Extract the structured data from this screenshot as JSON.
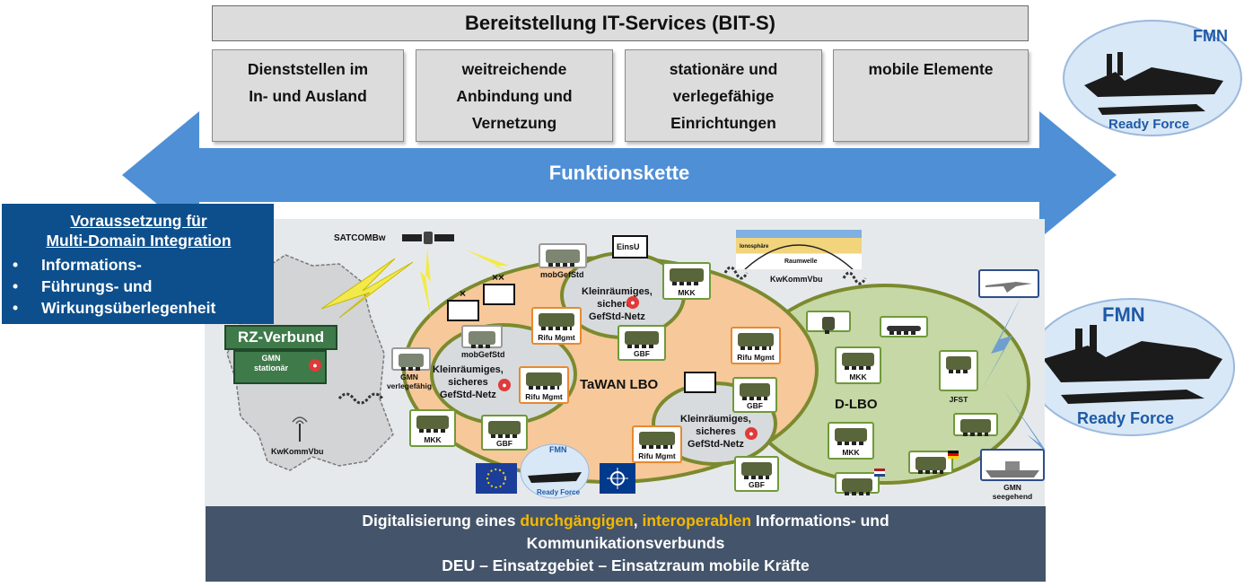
{
  "header": {
    "title": "Bereitstellung IT-Services (BIT-S)",
    "services": [
      {
        "line1": "Dienststellen im",
        "line2": "In- und Ausland",
        "line3": ""
      },
      {
        "line1": "weitreichende",
        "line2": "Anbindung und",
        "line3": "Vernetzung"
      },
      {
        "line1": "stationäre und",
        "line2": "verlegefähige",
        "line3": "Einrichtungen"
      },
      {
        "line1": "mobile Elemente",
        "line2": "",
        "line3": ""
      }
    ]
  },
  "arrow_label": "Funktionskette",
  "voraussetzung": {
    "title_line1": "Voraussetzung für",
    "title_line2": "Multi-Domain Integration",
    "items": [
      "Informations-",
      "Führungs- und",
      "Wirkungsüberlegenheit"
    ],
    "bullet": "•"
  },
  "fmn": {
    "title": "FMN",
    "subtitle": "Ready Force"
  },
  "diagram": {
    "satcom": "SATCOMBw",
    "rz_verbund": "RZ-Verbund",
    "gmn_stationaer_line1": "GMN",
    "gmn_stationaer_line2": "stationär",
    "gmn_verlegefaehig_line1": "GMN",
    "gmn_verlegefaehig_line2": "verlegefähig",
    "kwkommvbu": "KwKommVbu",
    "kwkommvbu_right": "KwKommVbu",
    "ionosphaere": "Ionosphäre",
    "raumwelle": "Raumwelle",
    "einsu": "EinsU",
    "mobgefstd": "mobGefStd",
    "mobgefstd2": "mobGefStd",
    "netz_line1": "Kleinräumiges,",
    "netz_line2": "sicheres",
    "netz_line3": "GefStd-Netz",
    "tawan": "TaWAN LBO",
    "dlbo": "D-LBO",
    "mkk": "MKK",
    "gbf": "GBF",
    "rifu": "Rifu Mgmt",
    "jfst": "JFST",
    "gmn_seegehend_line1": "GMN",
    "gmn_seegehend_line2": "seegehend",
    "cross": "×",
    "cross_double": "××"
  },
  "banner": {
    "line1_a": "Digitalisierung eines ",
    "line1_b": "durchgängigen",
    "line1_c": ", ",
    "line1_d": "interoperablen",
    "line1_e": " Informations- und",
    "line2": "Kommunikationsverbunds",
    "line3": "DEU – Einsatzgebiet – Einsatzraum mobile Kräfte"
  },
  "colors": {
    "arrow": "#4f8fd6",
    "vor_bg": "#0d4f8c",
    "banner_bg": "#44546a",
    "highlight": "#f5b800",
    "tawan_fill": "#f6c89a",
    "dlbo_fill": "#c5d8a5",
    "ring": "#7b8a2e"
  }
}
